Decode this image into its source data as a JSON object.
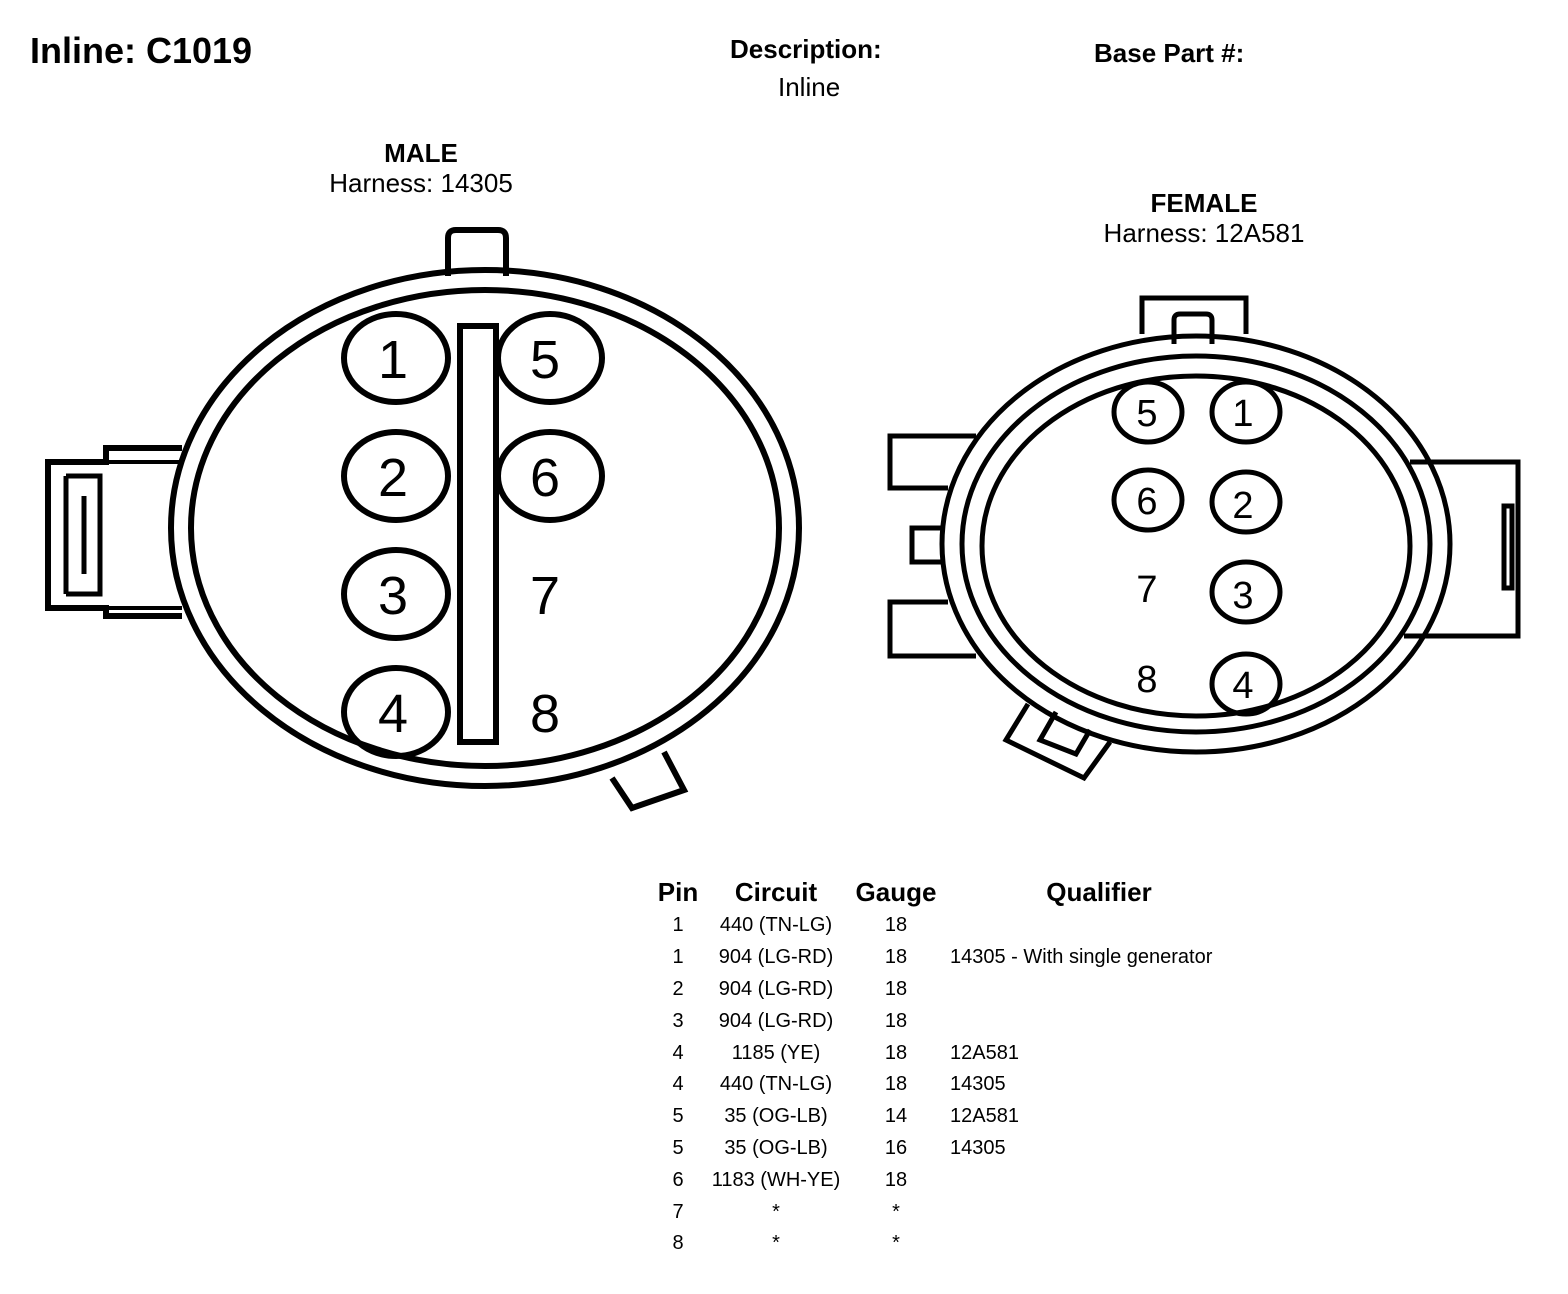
{
  "header": {
    "title": "Inline: C1019",
    "description_label": "Description:",
    "description_value": "Inline",
    "base_part_label": "Base Part #:"
  },
  "male": {
    "gender": "MALE",
    "harness": "Harness: 14305",
    "pins": [
      "1",
      "2",
      "3",
      "4",
      "5",
      "6",
      "7",
      "8"
    ]
  },
  "female": {
    "gender": "FEMALE",
    "harness": "Harness: 12A581",
    "pins": [
      "1",
      "2",
      "3",
      "4",
      "5",
      "6",
      "7",
      "8"
    ]
  },
  "table": {
    "headers": [
      "Pin",
      "Circuit",
      "Gauge",
      "Qualifier"
    ],
    "rows": [
      [
        "1",
        "440 (TN-LG)",
        "18",
        ""
      ],
      [
        "1",
        "904 (LG-RD)",
        "18",
        "14305 - With single generator"
      ],
      [
        "2",
        "904 (LG-RD)",
        "18",
        ""
      ],
      [
        "3",
        "904 (LG-RD)",
        "18",
        ""
      ],
      [
        "4",
        "1185 (YE)",
        "18",
        "12A581"
      ],
      [
        "4",
        "440 (TN-LG)",
        "18",
        "14305"
      ],
      [
        "5",
        "35 (OG-LB)",
        "14",
        "12A581"
      ],
      [
        "5",
        "35 (OG-LB)",
        "16",
        "14305"
      ],
      [
        "6",
        "1183 (WH-YE)",
        "18",
        ""
      ],
      [
        "7",
        "*",
        "*",
        ""
      ],
      [
        "8",
        "*",
        "*",
        ""
      ]
    ]
  }
}
